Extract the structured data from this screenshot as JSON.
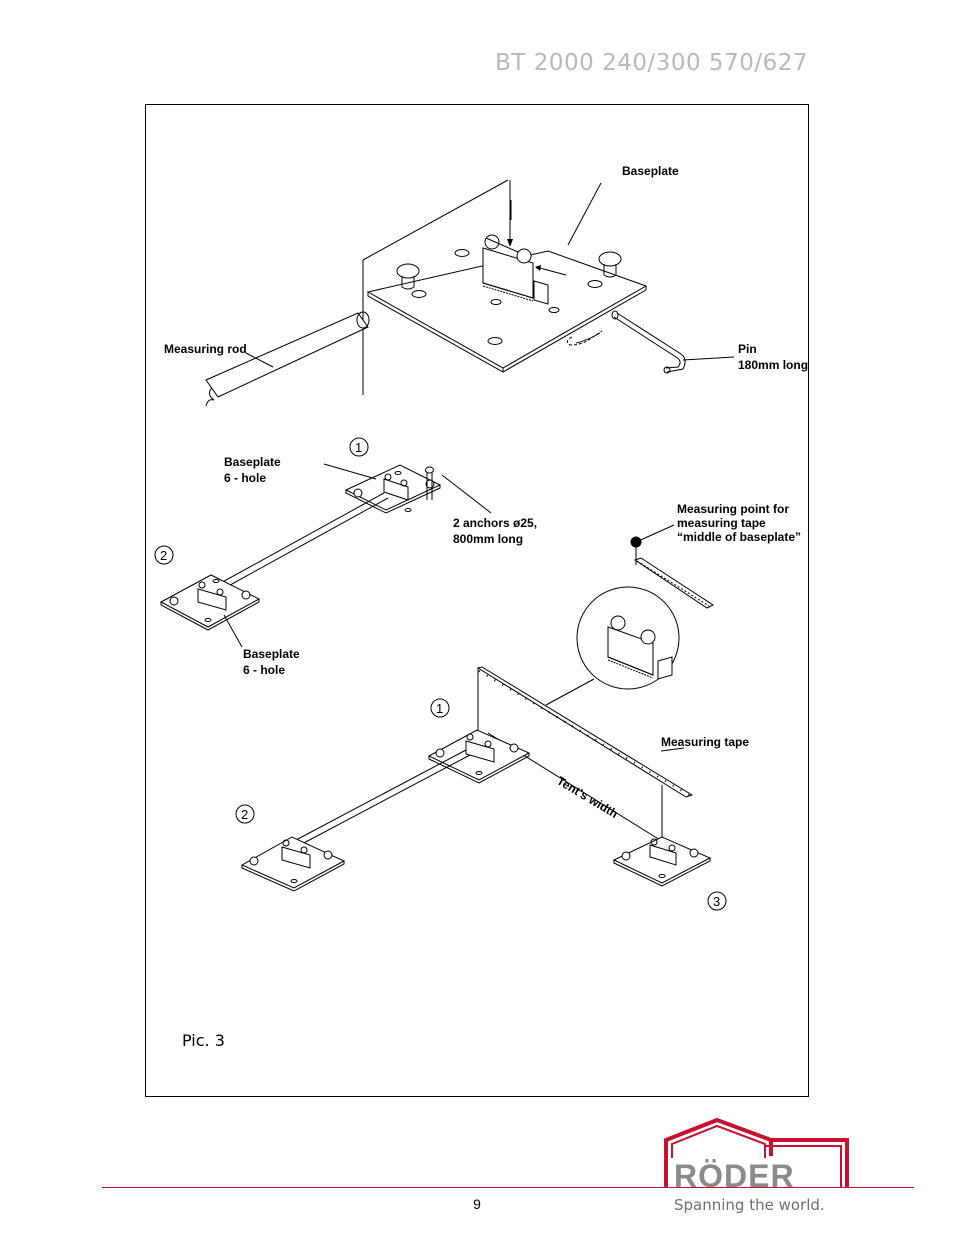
{
  "header": {
    "title": "BT 2000 240/300 570/627"
  },
  "figure": {
    "caption": "Pic. 3",
    "top_detail": {
      "baseplate": "Baseplate",
      "measuring_rod": "Measuring rod",
      "pin_line1": "Pin",
      "pin_line2": "180mm long"
    },
    "middle_detail": {
      "num1": "1",
      "num2": "2",
      "baseplate_a_line1": "Baseplate",
      "baseplate_a_line2": "6 - hole",
      "anchors_line1": "2 anchors ø25,",
      "anchors_line2": "800mm long",
      "baseplate_b_line1": "Baseplate",
      "baseplate_b_line2": "6 - hole",
      "measure_point_line1": "Measuring point for",
      "measure_point_line2": "measuring tape",
      "measure_point_line3": "“middle of baseplate”"
    },
    "bottom_detail": {
      "num1": "1",
      "num2": "2",
      "num3": "3",
      "measuring_tape": "Measuring tape",
      "tent_width": "Tent's width"
    }
  },
  "footer": {
    "page_number": "9",
    "logo_text": "RÖDER",
    "slogan": "Spanning the world.",
    "brand_color": "#c8102e"
  }
}
